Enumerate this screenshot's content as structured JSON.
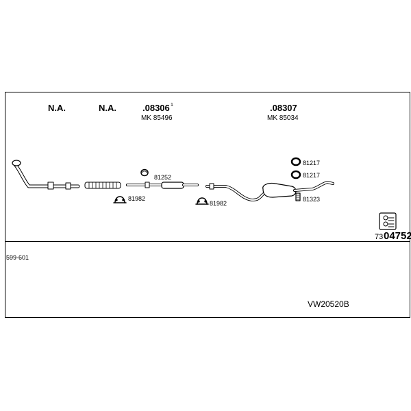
{
  "header": {
    "na_left": "N.A.",
    "na_middle": "N.A.",
    "group_front": {
      "code": ".08306",
      "sup": "1",
      "sub": "MK 85496"
    },
    "group_rear": {
      "code": ".08307",
      "sub": "MK 85034"
    }
  },
  "parts": {
    "hanger_front": "81252",
    "clamp_front": "81982",
    "clamp_rear": "81982",
    "ring_top": "81217",
    "ring_bottom": "81217",
    "rear_hanger": "81323"
  },
  "kit": {
    "prefix": "73",
    "number": "04752"
  },
  "footer": {
    "range": "599-601",
    "model": "VW20520B"
  }
}
